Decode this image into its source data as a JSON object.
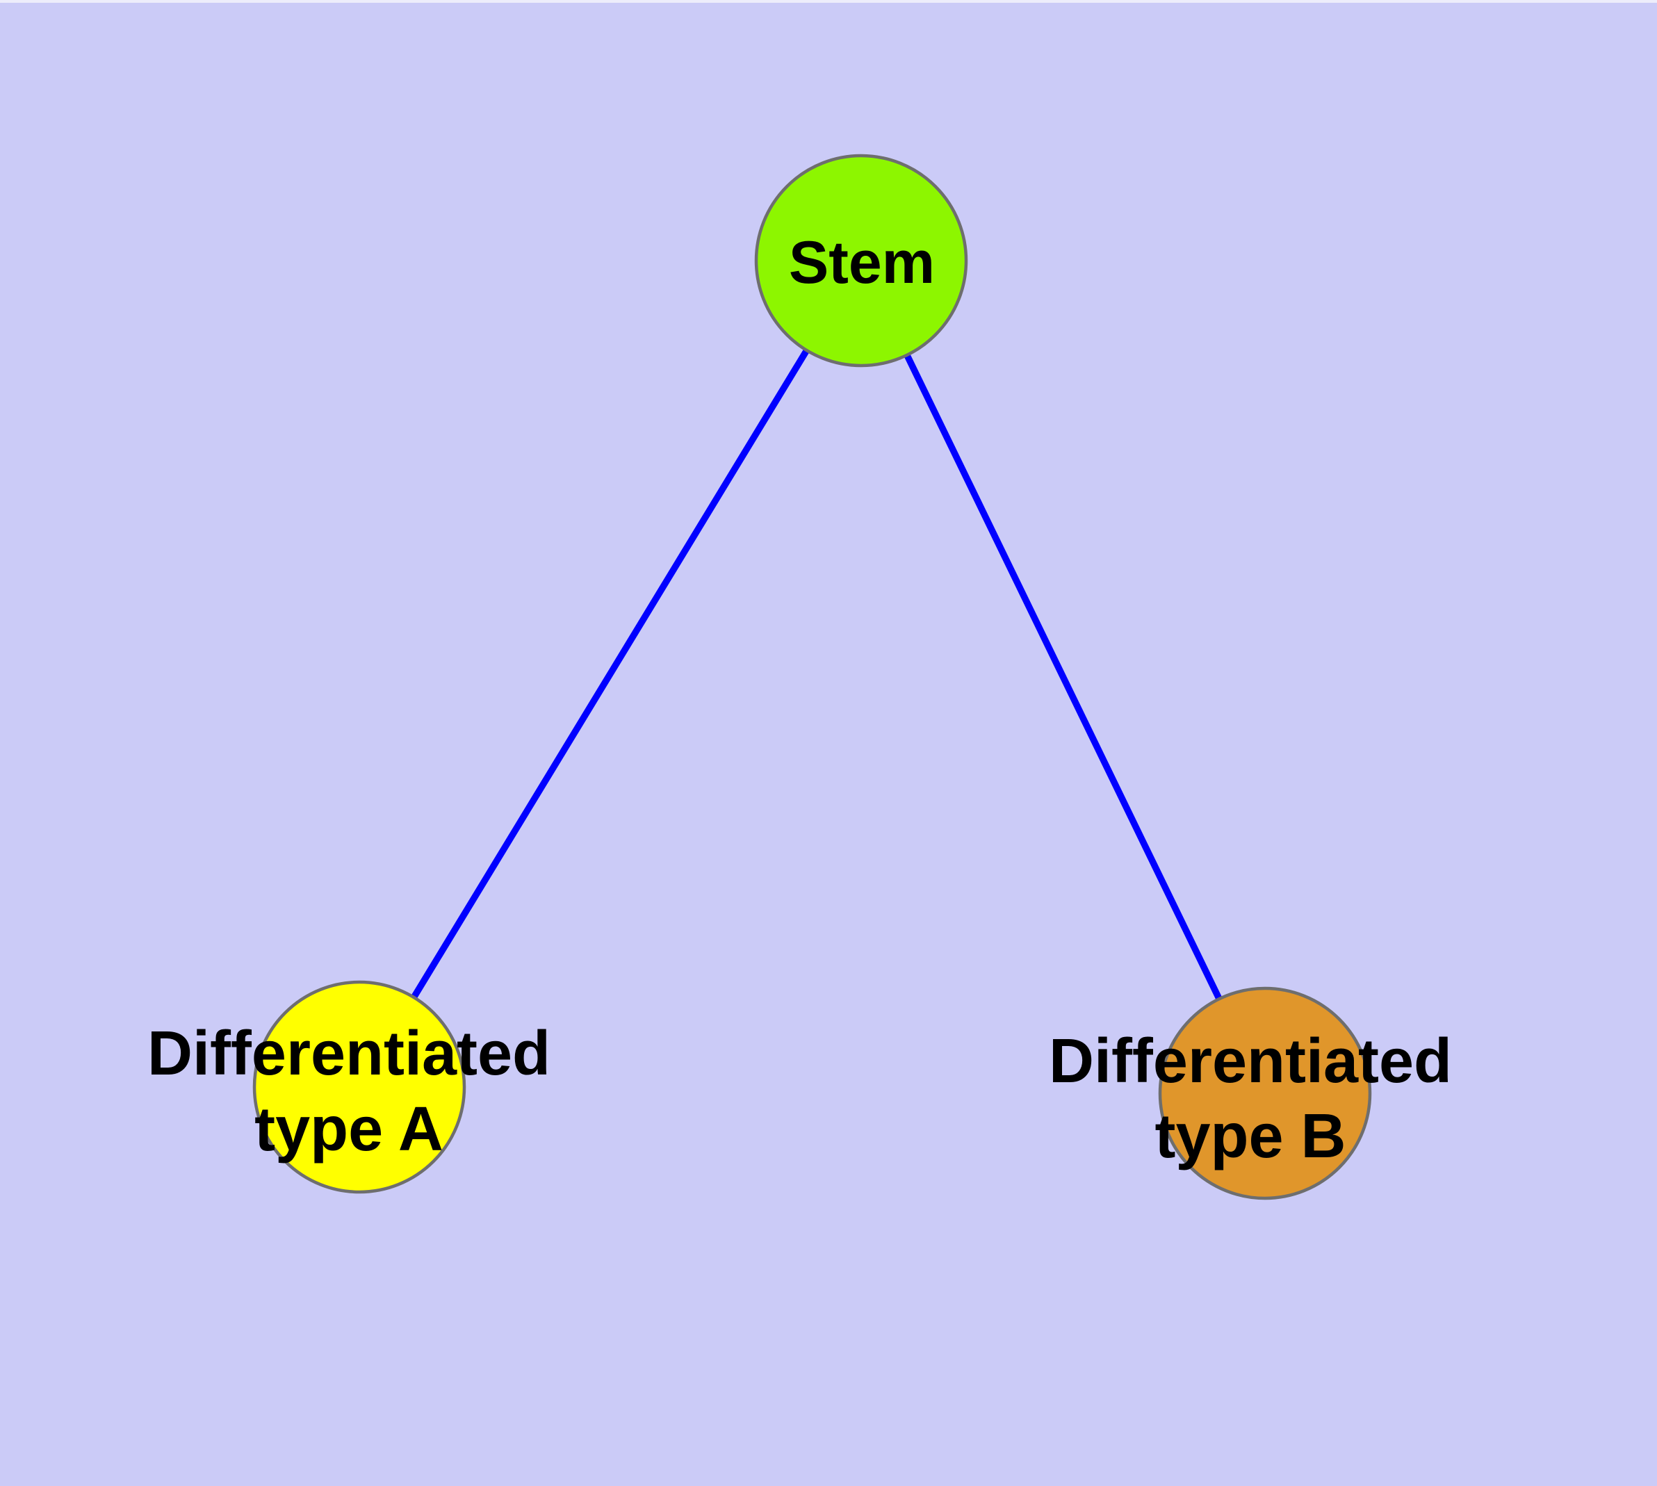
{
  "figure": {
    "description": "Cell differentiation graph: one stem node linked to two differentiated cell-type nodes",
    "background_color": "#cbcbf7",
    "top_margin_color": "#ededfb",
    "edge_color": "#0000ff",
    "node_border_color": "#6e6e6e",
    "label_color": "#000000",
    "nodes": {
      "stem": {
        "label": "Stem",
        "fill": "#8df600"
      },
      "type_a": {
        "label_line1": "Differentiated",
        "label_line2": "type A",
        "fill": "#ffff00"
      },
      "type_b": {
        "label_line1": "Differentiated",
        "label_line2": "type B",
        "fill": "#e0962b"
      }
    },
    "edges": [
      {
        "from": "Stem",
        "to": "Differentiated type A"
      },
      {
        "from": "Stem",
        "to": "Differentiated type B"
      }
    ]
  }
}
